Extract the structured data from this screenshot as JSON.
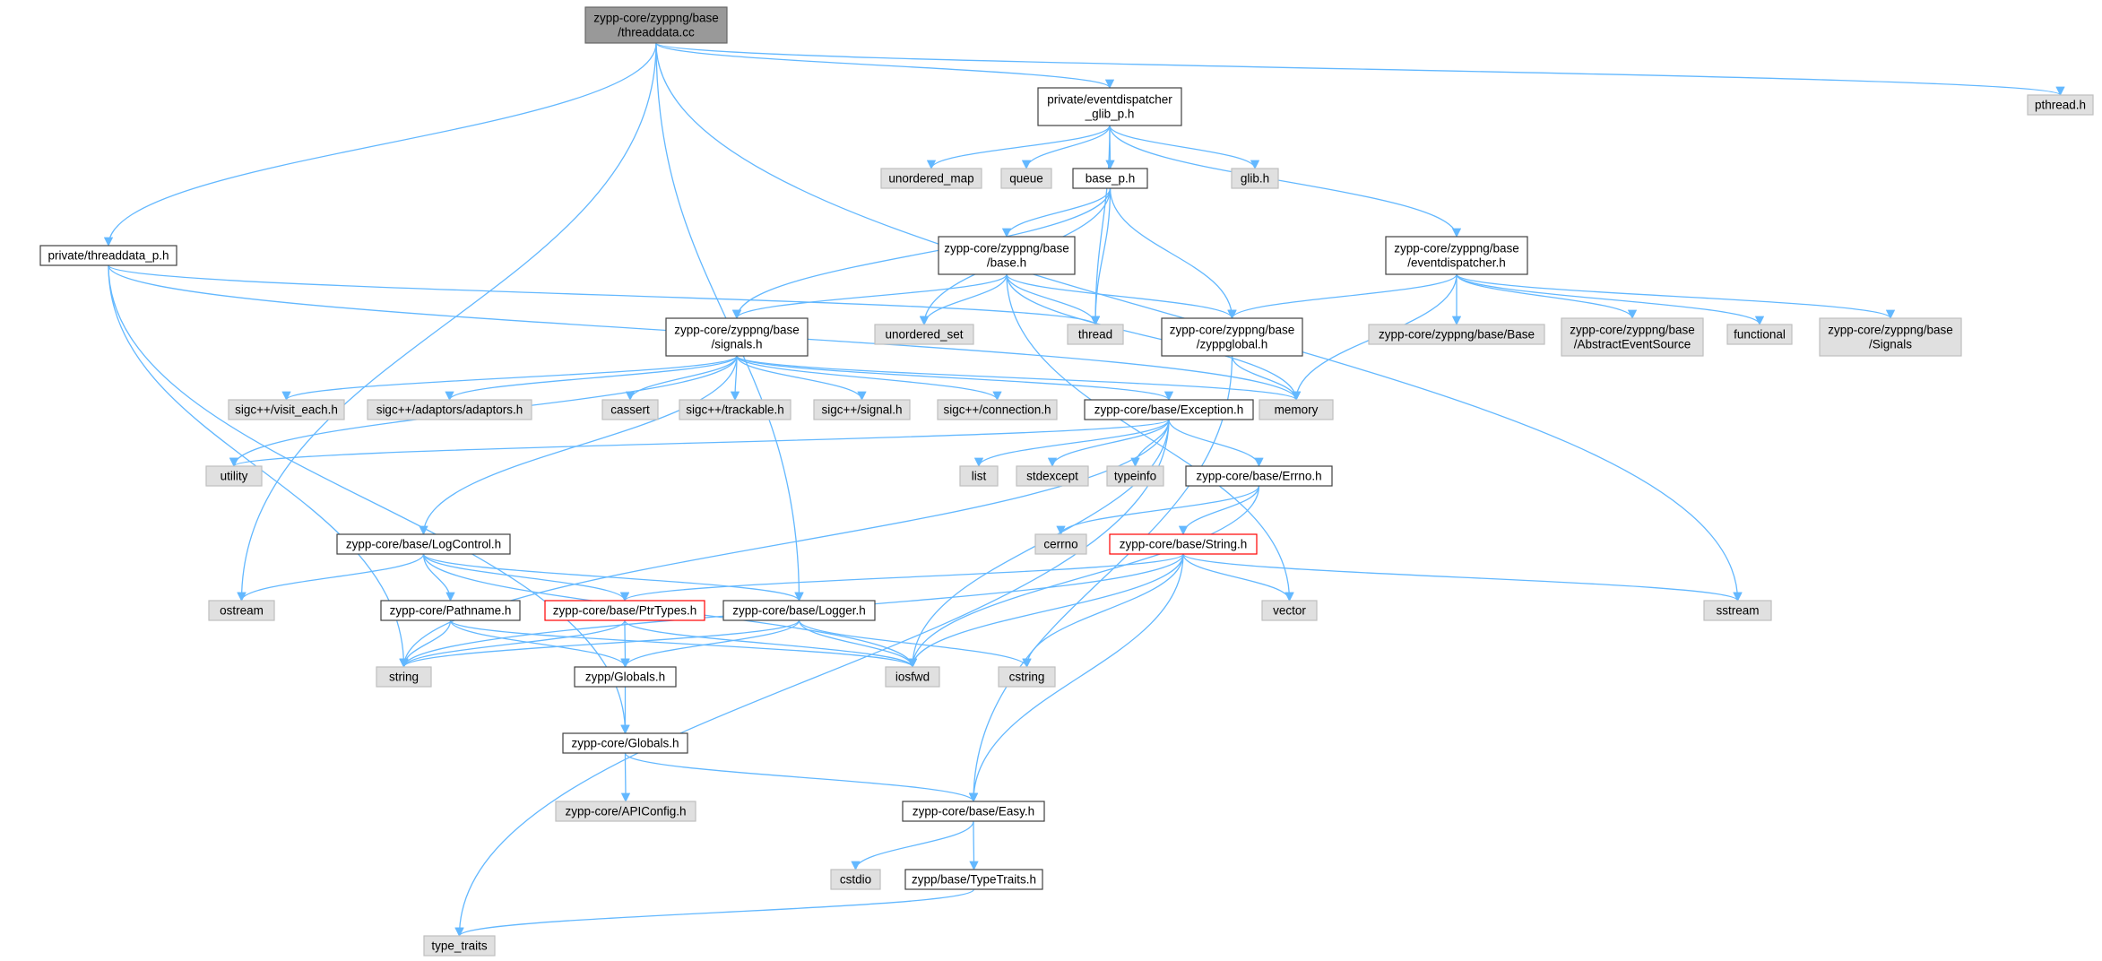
{
  "colors": {
    "edge": "#63b8ff",
    "node_border": "#404040",
    "node_fill_doc": "#ffffff",
    "node_fill_root": "#999999",
    "node_fill_external": "#e0e0e0",
    "node_border_external": "#bfbfbf",
    "node_border_truncated": "#ff0000"
  },
  "nodes": [
    {
      "id": "threaddata_cc",
      "kind": "root",
      "lines": [
        "zypp-core/zyppng/base",
        "/threaddata.cc"
      ]
    },
    {
      "id": "pthread_h",
      "kind": "external",
      "lines": [
        "pthread.h"
      ]
    },
    {
      "id": "eventdispatcher_glib_p",
      "kind": "documented",
      "lines": [
        "private/eventdispatcher",
        "_glib_p.h"
      ]
    },
    {
      "id": "unordered_map",
      "kind": "external",
      "lines": [
        "unordered_map"
      ]
    },
    {
      "id": "queue",
      "kind": "external",
      "lines": [
        "queue"
      ]
    },
    {
      "id": "base_p",
      "kind": "documented",
      "lines": [
        "base_p.h"
      ]
    },
    {
      "id": "glib_h",
      "kind": "external",
      "lines": [
        "glib.h"
      ]
    },
    {
      "id": "threaddata_p",
      "kind": "documented",
      "lines": [
        "private/threaddata_p.h"
      ]
    },
    {
      "id": "zyppng_base_h",
      "kind": "documented",
      "lines": [
        "zypp-core/zyppng/base",
        "/base.h"
      ]
    },
    {
      "id": "eventdispatcher_h",
      "kind": "documented",
      "lines": [
        "zypp-core/zyppng/base",
        "/eventdispatcher.h"
      ]
    },
    {
      "id": "signals_h",
      "kind": "documented",
      "lines": [
        "zypp-core/zyppng/base",
        "/signals.h"
      ]
    },
    {
      "id": "unordered_set",
      "kind": "external",
      "lines": [
        "unordered_set"
      ]
    },
    {
      "id": "thread",
      "kind": "external",
      "lines": [
        "thread"
      ]
    },
    {
      "id": "zyppglobal_h",
      "kind": "documented",
      "lines": [
        "zypp-core/zyppng/base",
        "/zyppglobal.h"
      ]
    },
    {
      "id": "zyppng_Base",
      "kind": "external",
      "lines": [
        "zypp-core/zyppng/base/Base"
      ]
    },
    {
      "id": "AbstractEventSource",
      "kind": "external",
      "lines": [
        "zypp-core/zyppng/base",
        "/AbstractEventSource"
      ]
    },
    {
      "id": "functional",
      "kind": "external",
      "lines": [
        "functional"
      ]
    },
    {
      "id": "zyppng_Signals",
      "kind": "external",
      "lines": [
        "zypp-core/zyppng/base",
        "/Signals"
      ]
    },
    {
      "id": "visit_each",
      "kind": "external",
      "lines": [
        "sigc++/visit_each.h"
      ]
    },
    {
      "id": "adaptors",
      "kind": "external",
      "lines": [
        "sigc++/adaptors/adaptors.h"
      ]
    },
    {
      "id": "cassert",
      "kind": "external",
      "lines": [
        "cassert"
      ]
    },
    {
      "id": "trackable",
      "kind": "external",
      "lines": [
        "sigc++/trackable.h"
      ]
    },
    {
      "id": "sigc_signal",
      "kind": "external",
      "lines": [
        "sigc++/signal.h"
      ]
    },
    {
      "id": "sigc_connection",
      "kind": "external",
      "lines": [
        "sigc++/connection.h"
      ]
    },
    {
      "id": "exception_h",
      "kind": "documented",
      "lines": [
        "zypp-core/base/Exception.h"
      ]
    },
    {
      "id": "memory",
      "kind": "external",
      "lines": [
        "memory"
      ]
    },
    {
      "id": "utility",
      "kind": "external",
      "lines": [
        "utility"
      ]
    },
    {
      "id": "list",
      "kind": "external",
      "lines": [
        "list"
      ]
    },
    {
      "id": "stdexcept",
      "kind": "external",
      "lines": [
        "stdexcept"
      ]
    },
    {
      "id": "typeinfo",
      "kind": "external",
      "lines": [
        "typeinfo"
      ]
    },
    {
      "id": "errno_h",
      "kind": "documented",
      "lines": [
        "zypp-core/base/Errno.h"
      ]
    },
    {
      "id": "cerrno",
      "kind": "external",
      "lines": [
        "cerrno"
      ]
    },
    {
      "id": "string_h",
      "kind": "truncated",
      "lines": [
        "zypp-core/base/String.h"
      ]
    },
    {
      "id": "logcontrol_h",
      "kind": "documented",
      "lines": [
        "zypp-core/base/LogControl.h"
      ]
    },
    {
      "id": "ostream",
      "kind": "external",
      "lines": [
        "ostream"
      ]
    },
    {
      "id": "pathname_h",
      "kind": "documented",
      "lines": [
        "zypp-core/Pathname.h"
      ]
    },
    {
      "id": "ptrtypes_h",
      "kind": "truncated",
      "lines": [
        "zypp-core/base/PtrTypes.h"
      ]
    },
    {
      "id": "logger_h",
      "kind": "documented",
      "lines": [
        "zypp-core/base/Logger.h"
      ]
    },
    {
      "id": "vector",
      "kind": "external",
      "lines": [
        "vector"
      ]
    },
    {
      "id": "sstream",
      "kind": "external",
      "lines": [
        "sstream"
      ]
    },
    {
      "id": "string",
      "kind": "external",
      "lines": [
        "string"
      ]
    },
    {
      "id": "zypp_globals_h",
      "kind": "documented",
      "lines": [
        "zypp/Globals.h"
      ]
    },
    {
      "id": "iosfwd",
      "kind": "external",
      "lines": [
        "iosfwd"
      ]
    },
    {
      "id": "cstring",
      "kind": "external",
      "lines": [
        "cstring"
      ]
    },
    {
      "id": "core_globals_h",
      "kind": "documented",
      "lines": [
        "zypp-core/Globals.h"
      ]
    },
    {
      "id": "apiconfig_h",
      "kind": "external",
      "lines": [
        "zypp-core/APIConfig.h"
      ]
    },
    {
      "id": "easy_h",
      "kind": "documented",
      "lines": [
        "zypp-core/base/Easy.h"
      ]
    },
    {
      "id": "cstdio",
      "kind": "external",
      "lines": [
        "cstdio"
      ]
    },
    {
      "id": "typetraits_h",
      "kind": "documented",
      "lines": [
        "zypp/base/TypeTraits.h"
      ]
    },
    {
      "id": "type_traits",
      "kind": "external",
      "lines": [
        "type_traits"
      ]
    }
  ],
  "edges": [
    [
      "threaddata_cc",
      "pthread_h"
    ],
    [
      "threaddata_cc",
      "eventdispatcher_glib_p"
    ],
    [
      "threaddata_cc",
      "threaddata_p"
    ],
    [
      "threaddata_cc",
      "ostream"
    ],
    [
      "threaddata_cc",
      "logger_h"
    ],
    [
      "threaddata_cc",
      "sstream"
    ],
    [
      "eventdispatcher_glib_p",
      "unordered_map"
    ],
    [
      "eventdispatcher_glib_p",
      "queue"
    ],
    [
      "eventdispatcher_glib_p",
      "base_p"
    ],
    [
      "eventdispatcher_glib_p",
      "glib_h"
    ],
    [
      "eventdispatcher_glib_p",
      "thread"
    ],
    [
      "eventdispatcher_glib_p",
      "eventdispatcher_h"
    ],
    [
      "base_p",
      "zyppng_base_h"
    ],
    [
      "base_p",
      "signals_h"
    ],
    [
      "base_p",
      "unordered_set"
    ],
    [
      "base_p",
      "thread"
    ],
    [
      "base_p",
      "zyppglobal_h"
    ],
    [
      "threaddata_p",
      "thread"
    ],
    [
      "threaddata_p",
      "string"
    ],
    [
      "threaddata_p",
      "core_globals_h"
    ],
    [
      "threaddata_p",
      "memory"
    ],
    [
      "zyppng_base_h",
      "signals_h"
    ],
    [
      "zyppng_base_h",
      "unordered_set"
    ],
    [
      "zyppng_base_h",
      "thread"
    ],
    [
      "zyppng_base_h",
      "zyppglobal_h"
    ],
    [
      "zyppng_base_h",
      "memory"
    ],
    [
      "zyppng_base_h",
      "vector"
    ],
    [
      "eventdispatcher_h",
      "zyppglobal_h"
    ],
    [
      "eventdispatcher_h",
      "zyppng_Base"
    ],
    [
      "eventdispatcher_h",
      "AbstractEventSource"
    ],
    [
      "eventdispatcher_h",
      "functional"
    ],
    [
      "eventdispatcher_h",
      "zyppng_Signals"
    ],
    [
      "eventdispatcher_h",
      "memory"
    ],
    [
      "signals_h",
      "visit_each"
    ],
    [
      "signals_h",
      "adaptors"
    ],
    [
      "signals_h",
      "cassert"
    ],
    [
      "signals_h",
      "trackable"
    ],
    [
      "signals_h",
      "sigc_signal"
    ],
    [
      "signals_h",
      "sigc_connection"
    ],
    [
      "signals_h",
      "exception_h"
    ],
    [
      "signals_h",
      "memory"
    ],
    [
      "signals_h",
      "utility"
    ],
    [
      "signals_h",
      "logcontrol_h"
    ],
    [
      "zyppglobal_h",
      "memory"
    ],
    [
      "zyppglobal_h",
      "easy_h"
    ],
    [
      "exception_h",
      "list"
    ],
    [
      "exception_h",
      "stdexcept"
    ],
    [
      "exception_h",
      "typeinfo"
    ],
    [
      "exception_h",
      "errno_h"
    ],
    [
      "exception_h",
      "utility"
    ],
    [
      "exception_h",
      "iosfwd"
    ],
    [
      "exception_h",
      "string"
    ],
    [
      "exception_h",
      "type_traits"
    ],
    [
      "errno_h",
      "cerrno"
    ],
    [
      "errno_h",
      "string_h"
    ],
    [
      "errno_h",
      "iosfwd"
    ],
    [
      "string_h",
      "ptrtypes_h"
    ],
    [
      "string_h",
      "vector"
    ],
    [
      "string_h",
      "sstream"
    ],
    [
      "string_h",
      "string"
    ],
    [
      "string_h",
      "iosfwd"
    ],
    [
      "string_h",
      "cstring"
    ],
    [
      "string_h",
      "easy_h"
    ],
    [
      "logcontrol_h",
      "ostream"
    ],
    [
      "logcontrol_h",
      "pathname_h"
    ],
    [
      "logcontrol_h",
      "ptrtypes_h"
    ],
    [
      "logcontrol_h",
      "logger_h"
    ],
    [
      "logcontrol_h",
      "iosfwd"
    ],
    [
      "pathname_h",
      "string"
    ],
    [
      "pathname_h",
      "zypp_globals_h"
    ],
    [
      "pathname_h",
      "iosfwd"
    ],
    [
      "ptrtypes_h",
      "string"
    ],
    [
      "ptrtypes_h",
      "zypp_globals_h"
    ],
    [
      "ptrtypes_h",
      "iosfwd"
    ],
    [
      "logger_h",
      "cstring"
    ],
    [
      "logger_h",
      "iosfwd"
    ],
    [
      "logger_h",
      "string"
    ],
    [
      "logger_h",
      "zypp_globals_h"
    ],
    [
      "zypp_globals_h",
      "core_globals_h"
    ],
    [
      "core_globals_h",
      "apiconfig_h"
    ],
    [
      "core_globals_h",
      "easy_h"
    ],
    [
      "easy_h",
      "cstdio"
    ],
    [
      "easy_h",
      "typetraits_h"
    ],
    [
      "typetraits_h",
      "type_traits"
    ]
  ]
}
